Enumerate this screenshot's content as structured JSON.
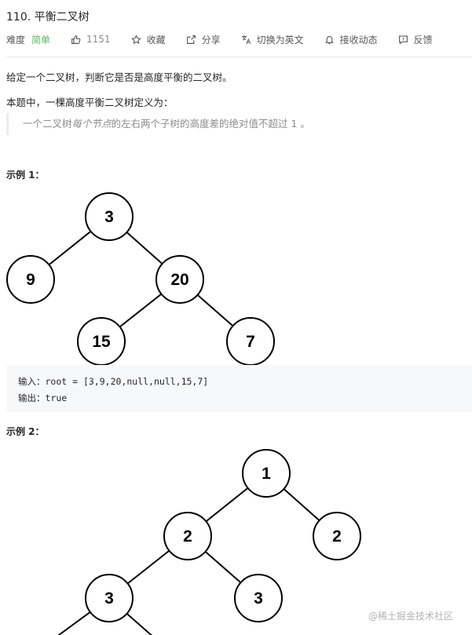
{
  "problem": {
    "title": "110. 平衡二叉树",
    "difficulty_label": "难度",
    "difficulty_value": "简单",
    "likes": "1151",
    "favorite_label": "收藏",
    "share_label": "分享",
    "switch_lang_label": "切换为英文",
    "notify_label": "接收动态",
    "feedback_label": "反馈"
  },
  "description": {
    "p1": "给定一个二叉树，判断它是否是高度平衡的二叉树。",
    "p2": "本题中，一棵高度平衡二叉树定义为：",
    "quote_pre": "一个二叉树",
    "quote_em": "每个节点",
    "quote_post": "的左右两个子树的高度差的绝对值不超过 1 。"
  },
  "example1": {
    "title": "示例 1：",
    "input_label": "输入：",
    "input_value": "root = [3,9,20,null,null,15,7]",
    "output_label": "输出：",
    "output_value": "true",
    "tree": [
      "3",
      "9",
      "20",
      "15",
      "7"
    ]
  },
  "example2": {
    "title": "示例 2：",
    "tree": [
      "1",
      "2",
      "2",
      "3",
      "3"
    ]
  },
  "watermark": "@稀土掘金技术社区",
  "colors": {
    "easy": "#5cb85c",
    "muted": "#8c8c8c"
  }
}
